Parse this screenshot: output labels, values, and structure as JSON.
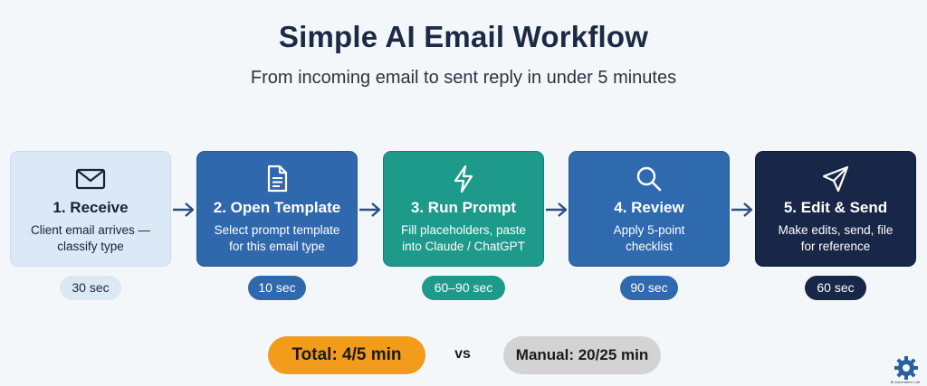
{
  "header": {
    "title": "Simple AI Email Workflow",
    "subtitle": "From incoming email to sent reply in under 5 minutes"
  },
  "steps": [
    {
      "name": "1. Receive",
      "desc_line1": "Client email arrives —",
      "desc_line2": "classify type",
      "time": "30 sec",
      "icon": "envelope-icon"
    },
    {
      "name": "2. Open Template",
      "desc_line1": "Select prompt template",
      "desc_line2": "for this email type",
      "time": "10 sec",
      "icon": "document-icon"
    },
    {
      "name": "3. Run Prompt",
      "desc_line1": "Fill placeholders, paste",
      "desc_line2": "into Claude / ChatGPT",
      "time": "60–90 sec",
      "icon": "lightning-icon"
    },
    {
      "name": "4. Review",
      "desc_line1": "Apply 5-point",
      "desc_line2": "checklist",
      "time": "90 sec",
      "icon": "magnifier-icon"
    },
    {
      "name": "5. Edit & Send",
      "desc_line1": "Make edits, send, file",
      "desc_line2": "for reference",
      "time": "60 sec",
      "icon": "paper-plane-icon"
    }
  ],
  "summary": {
    "total": "Total: 4/5 min",
    "vs": "vs",
    "manual": "Manual: 20/25 min"
  },
  "logo": {
    "text": "Bl Automation Lab"
  },
  "colors": {
    "step1": "#dbe8f6",
    "step2": "#2f68ad",
    "step3": "#1d9a8a",
    "step4": "#2f69ae",
    "step5": "#182647",
    "total": "#f39c1b",
    "manual": "#d3d3d3",
    "arrow": "#2a4f86"
  }
}
